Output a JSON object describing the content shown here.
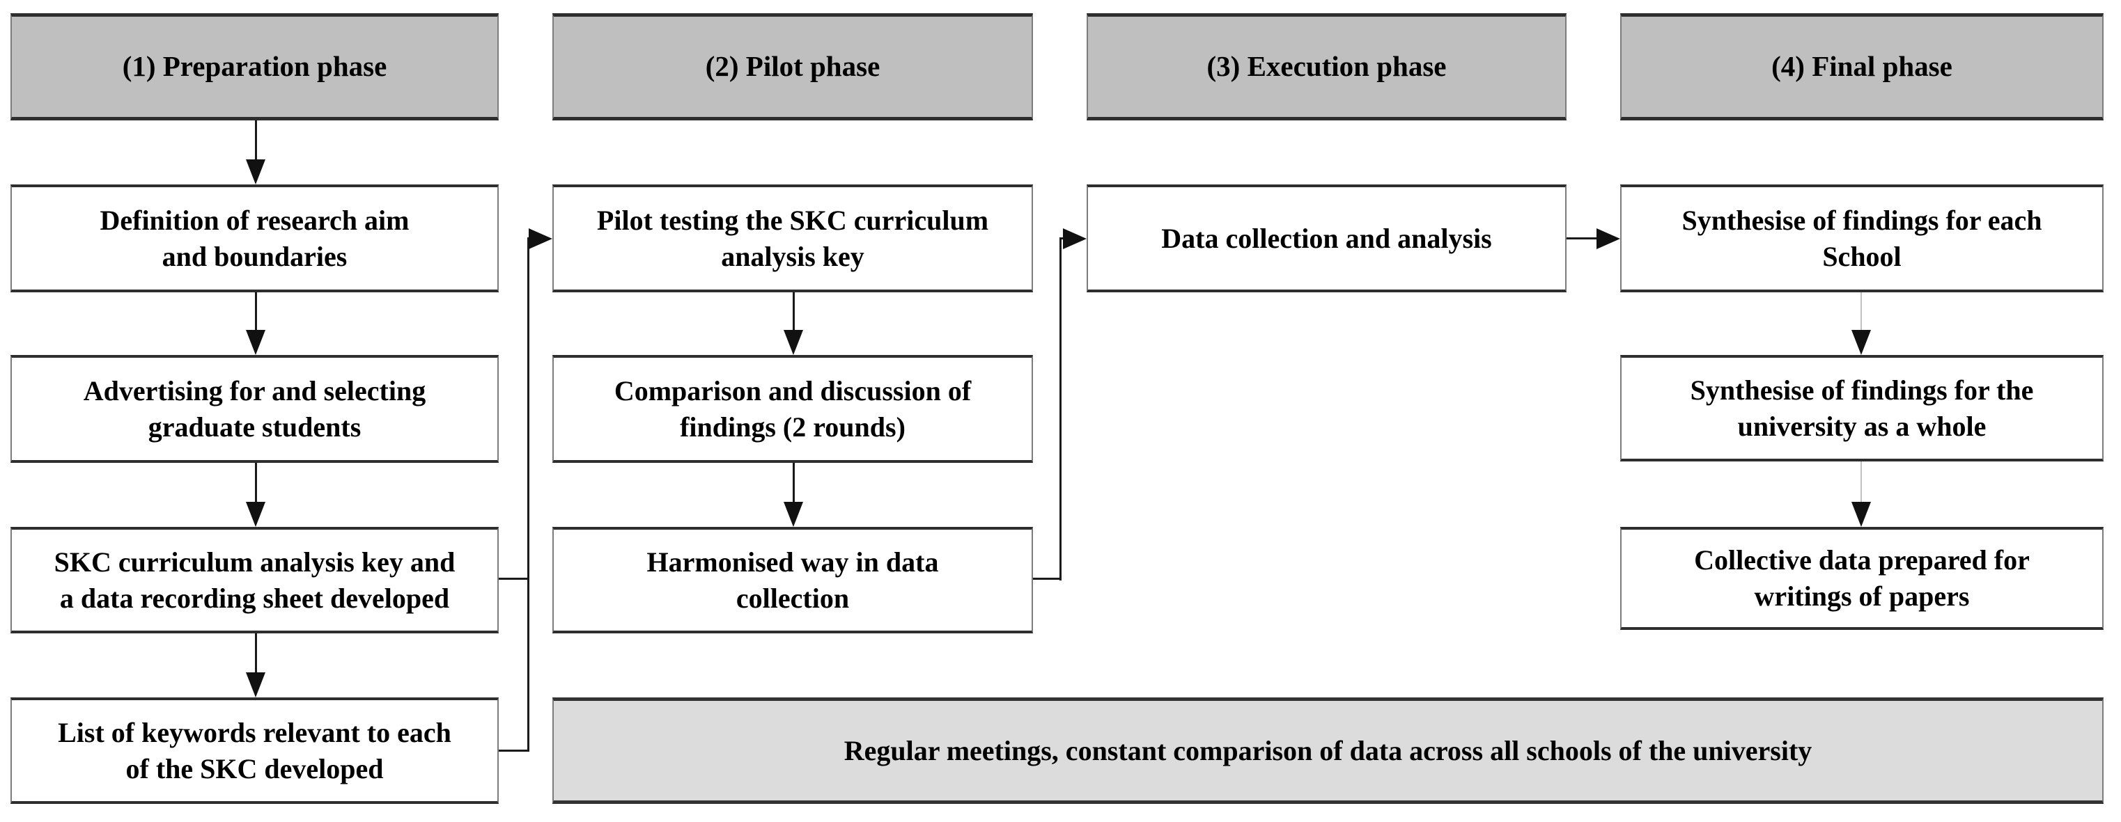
{
  "figure_type": "flowchart",
  "phases": [
    {
      "label": "(1) Preparation phase",
      "boxes": [
        [
          "Definition of research aim",
          "and boundaries"
        ],
        [
          "Advertising for and selecting",
          "graduate students"
        ],
        [
          "SKC curriculum analysis key and",
          "a data recording sheet developed"
        ],
        [
          "List of keywords relevant to each",
          "of the SKC developed"
        ]
      ]
    },
    {
      "label": "(2) Pilot phase",
      "boxes": [
        [
          "Pilot testing the SKC curriculum",
          "analysis key"
        ],
        [
          "Comparison and discussion of",
          "findings (2 rounds)"
        ],
        [
          "Harmonised way in data",
          "collection"
        ]
      ]
    },
    {
      "label": "(3) Execution phase",
      "boxes": [
        [
          "Data collection and analysis"
        ]
      ]
    },
    {
      "label": "(4) Final phase",
      "boxes": [
        [
          "Synthesise of findings for each",
          "School"
        ],
        [
          "Synthesise of findings for the",
          "university as a whole"
        ],
        [
          "Collective data prepared for",
          "writings of papers"
        ]
      ]
    }
  ],
  "banner": "Regular meetings, constant comparison of data across all schools of the university",
  "colors": {
    "phase_header_fill": "#bfbfbf",
    "process_box_fill": "#ffffff",
    "banner_fill": "#dcdcdc",
    "border_dark": "#2e2e2e",
    "border_side": "#7c7c7c",
    "connector": "#1a1a1a",
    "connector_light": "#c2c2c2",
    "text": "#000000"
  }
}
